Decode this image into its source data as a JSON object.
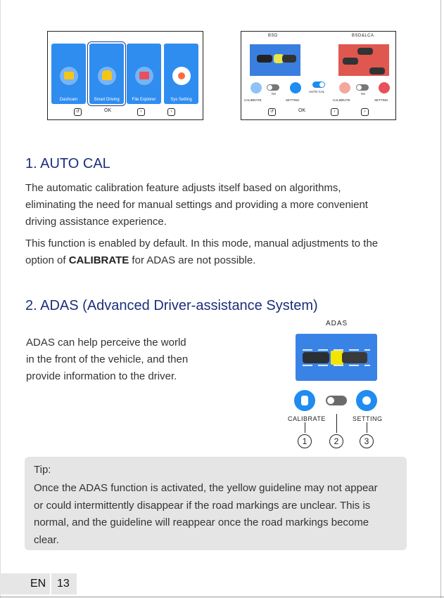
{
  "menu_screen": {
    "tiles": [
      {
        "label": "Dashcam",
        "icon": "dashcam-icon",
        "icon_color": "#f5c518"
      },
      {
        "label": "Smart Driving",
        "icon": "smart-driving-icon",
        "icon_color": "#f5c518"
      },
      {
        "label": "File Explorer",
        "icon": "folder-icon",
        "icon_color": "#e8505b"
      },
      {
        "label": "Sys Setting",
        "icon": "gear-icon",
        "icon_color": "#ff6a3d"
      }
    ],
    "nav": {
      "ok": "OK"
    }
  },
  "adas_screen": {
    "left_title": "BSD",
    "right_title": "BSD&LCA",
    "toggle_on_left": "On",
    "toggle_on_right": "On",
    "autocal": "AUTO CAL",
    "calibrate_left": "CALIBRATE",
    "setting_left": "SETTING",
    "calibrate_right": "CALIBRATE",
    "setting_right": "SETTING",
    "ok": "OK"
  },
  "section1": {
    "heading": "1. AUTO CAL",
    "para1_lines": [
      "The automatic calibration feature adjusts itself based on algorithms,",
      "eliminating the need for manual settings and providing a more convenient",
      "driving assistance experience."
    ],
    "para2_line1": "This function is enabled by default. In this mode, manual adjustments to the",
    "para2_line2_pre": "option of ",
    "para2_line2_bold": "CALIBRATE",
    "para2_line2_post": " for ADAS are not possible."
  },
  "section2": {
    "heading": "2. ADAS (Advanced Driver-assistance System)",
    "para_lines": [
      "ADAS can help perceive the world",
      "in the front of the vehicle, and then",
      "provide information to the driver."
    ]
  },
  "adas_figure": {
    "title": "ADAS",
    "calibrate": "CALIBRATE",
    "setting": "SETTING",
    "callouts": [
      "1",
      "2",
      "3"
    ],
    "colors": {
      "road": "#3a83e6",
      "guideline": "#f2e600",
      "button": "#1e8cf0"
    }
  },
  "tip": {
    "title": "Tip:",
    "lines": [
      "Once the ADAS function is activated, the yellow guideline may not appear",
      "or could intermittently disappear if the road markings are unclear. This is",
      "normal, and the guideline will reappear once the road markings become",
      "clear."
    ]
  },
  "footer": {
    "lang": "EN",
    "page": "13"
  }
}
